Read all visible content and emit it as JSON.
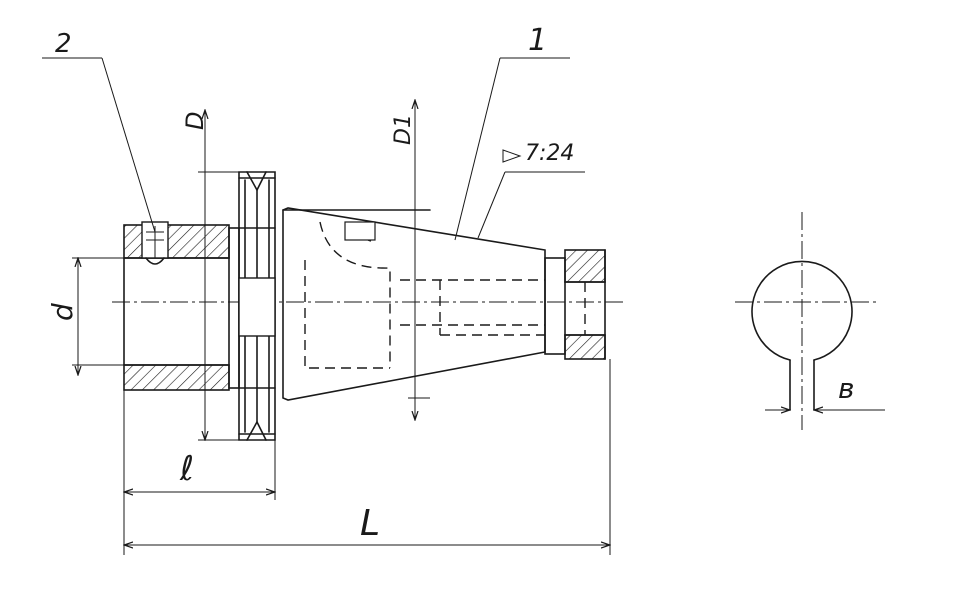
{
  "labels": {
    "part_2": "2",
    "part_1": "1",
    "dim_D": "D",
    "dim_D1": "D1",
    "taper": "7:24",
    "dim_d": "d",
    "dim_l": "ℓ",
    "dim_L": "L",
    "dim_b": "в"
  }
}
